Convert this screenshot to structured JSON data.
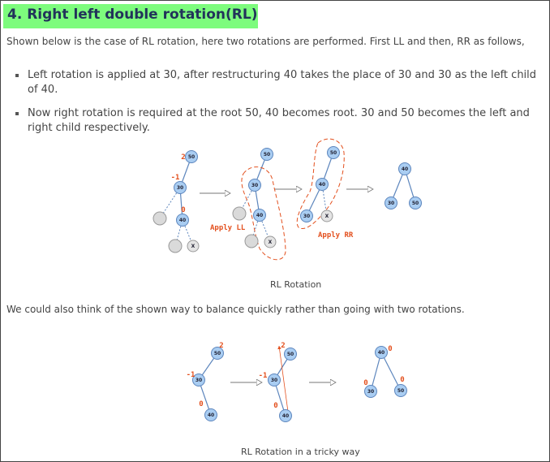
{
  "heading": "4. Right left double rotation(RL)",
  "intro": "Shown below is the case of RL rotation, here two rotations are performed. First LL and then, RR as follows,",
  "bullets": [
    "Left rotation is applied at 30, after restructuring 40 takes the place of 30 and 30 as the left child of 40.",
    "Now right rotation is required at the root 50, 40 becomes root. 30 and 50 becomes the left and right child respectively."
  ],
  "figure1": {
    "caption": "RL Rotation",
    "apply_ll": "Apply LL",
    "apply_rr": "Apply RR",
    "tree1": {
      "n50": "50",
      "n30": "30",
      "n40": "40",
      "x": "X",
      "bf50": "2",
      "bf30": "-1",
      "bf40": "0"
    },
    "tree2": {
      "n50": "50",
      "n30": "30",
      "n40": "40",
      "x": "X"
    },
    "tree3": {
      "n50": "50",
      "n40": "40",
      "n30": "30",
      "x": "X"
    },
    "tree4": {
      "n40": "40",
      "n30": "30",
      "n50": "50"
    }
  },
  "paragraph2": "We could also think of the shown way to balance quickly rather than going with two rotations.",
  "figure2": {
    "caption": "RL Rotation in a tricky way",
    "tree1": {
      "n50": "50",
      "n30": "30",
      "n40": "40",
      "bf50": "2",
      "bf30": "-1",
      "bf40": "0"
    },
    "tree2": {
      "n50": "50",
      "n30": "30",
      "n40": "40",
      "bf50": "2",
      "bf30": "-1",
      "bf40": "0"
    },
    "tree3": {
      "n40": "40",
      "n30": "30",
      "n50": "50",
      "bf40": "0",
      "bf30": "0",
      "bf50": "0"
    }
  },
  "colors": {
    "heading_bg": "#7dfc7d",
    "node_fill": "#a9cdf2",
    "node_stroke": "#5d86bd",
    "edge": "#5d86bd",
    "annotation": "#e3501e"
  }
}
